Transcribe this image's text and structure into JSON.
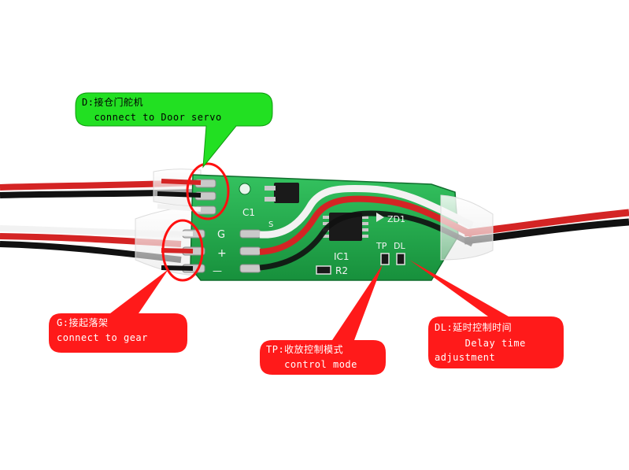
{
  "callouts": {
    "door": {
      "line1": "D:接仓门舵机",
      "line2": "  connect to Door servo",
      "fill": "#22e022"
    },
    "gear": {
      "line1": "G:接起落架",
      "line2": "connect to gear",
      "fill": "#ff1a1a"
    },
    "tp": {
      "line1": "TP:收放控制模式",
      "line2": "   control mode",
      "fill": "#ff1a1a"
    },
    "dl": {
      "line1": "DL:延时控制时间",
      "line2": "     Delay time",
      "line3": "adjustment",
      "fill": "#ff1a1a"
    }
  },
  "board": {
    "pin_labels": {
      "g": "G",
      "plus": "+",
      "minus": "—"
    },
    "component_labels": {
      "c1": "C1",
      "ic1": "IC1",
      "r2": "R2",
      "zd1": "ZD1",
      "tp": "TP",
      "dl": "DL",
      "s": "S"
    },
    "colors": {
      "pcb": "#1fa84a",
      "wire_red": "#d42424",
      "wire_black": "#111111",
      "wire_white": "#f2f2f2"
    }
  }
}
